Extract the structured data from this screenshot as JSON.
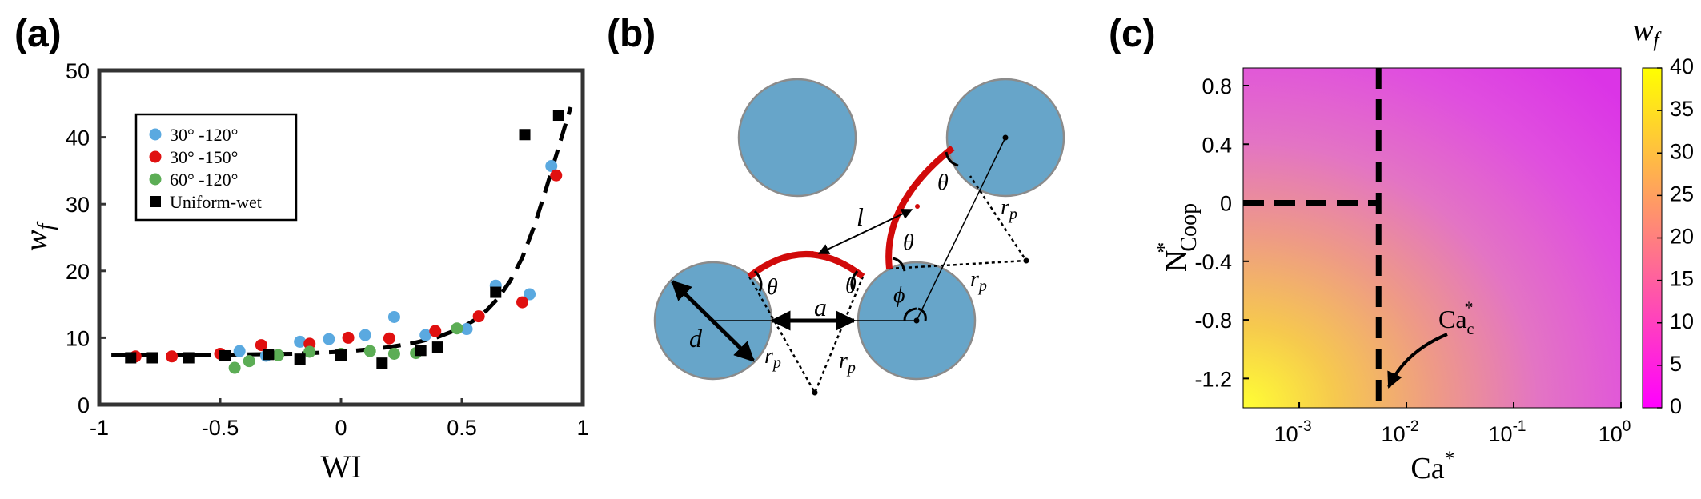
{
  "panels": {
    "a": {
      "label": "(a)"
    },
    "b": {
      "label": "(b)"
    },
    "c": {
      "label": "(c)"
    }
  },
  "chart_data": [
    {
      "type": "scatter",
      "xlabel": "WI",
      "ylabel": "w",
      "ylabel_sub": "f",
      "xlim": [
        -1,
        1
      ],
      "ylim": [
        0,
        50
      ],
      "xticks": [
        "-1",
        "-0.5",
        "0",
        "0.5",
        "1"
      ],
      "xtick_values": [
        -1,
        -0.5,
        0,
        0.5,
        1
      ],
      "yticks": [
        "0",
        "10",
        "20",
        "30",
        "40",
        "50"
      ],
      "ytick_values": [
        0,
        10,
        20,
        30,
        40,
        50
      ],
      "grid": false,
      "legend": "top-left",
      "series": [
        {
          "name": "30° -120°",
          "color": "#5aa9e0",
          "marker": "circle",
          "x": [
            -0.42,
            -0.31,
            -0.17,
            -0.05,
            0.1,
            0.22,
            0.35,
            0.52,
            0.64,
            0.78,
            0.87
          ],
          "y": [
            8,
            7.3,
            9.4,
            9.8,
            10.4,
            13.1,
            10.4,
            11.3,
            17.8,
            16.5,
            35.7
          ]
        },
        {
          "name": "30° -150°",
          "color": "#e01010",
          "marker": "circle",
          "x": [
            -0.85,
            -0.7,
            -0.5,
            -0.33,
            -0.13,
            0.03,
            0.2,
            0.39,
            0.57,
            0.75,
            0.89
          ],
          "y": [
            7.2,
            7.2,
            7.6,
            8.9,
            9.1,
            10,
            9.9,
            11,
            13.2,
            15.3,
            34.3
          ]
        },
        {
          "name": "60° -120°",
          "color": "#5cad55",
          "marker": "circle",
          "x": [
            -0.44,
            -0.38,
            -0.26,
            -0.13,
            0.0,
            0.12,
            0.22,
            0.31,
            0.48
          ],
          "y": [
            5.5,
            6.5,
            7.4,
            7.9,
            7.6,
            8,
            7.6,
            7.7,
            11.4
          ]
        },
        {
          "name": "Uniform-wet",
          "color": "#000000",
          "marker": "square",
          "x": [
            -0.87,
            -0.78,
            -0.63,
            -0.48,
            -0.3,
            -0.17,
            0.0,
            0.17,
            0.33,
            0.4,
            0.64,
            0.76,
            0.9
          ],
          "y": [
            7,
            7,
            7,
            7.3,
            7.5,
            6.8,
            7.4,
            6.2,
            8.1,
            8.6,
            16.8,
            40.4,
            43.3
          ]
        }
      ],
      "fit_line": {
        "style": "dashed",
        "x": [
          -0.95,
          -0.8,
          -0.6,
          -0.4,
          -0.2,
          0.0,
          0.1,
          0.2,
          0.3,
          0.4,
          0.5,
          0.55,
          0.6,
          0.65,
          0.7,
          0.75,
          0.8,
          0.85,
          0.9,
          0.95
        ],
        "y": [
          7.4,
          7.4,
          7.4,
          7.5,
          7.6,
          7.9,
          8.2,
          8.6,
          9.2,
          10.1,
          11.5,
          12.6,
          14,
          15.9,
          18.5,
          22,
          26.8,
          32.5,
          38.5,
          44.5
        ]
      }
    },
    {
      "type": "heatmap",
      "xlabel": "Ca",
      "xlabel_sup": "*",
      "ylabel": "N",
      "ylabel_sup": "*",
      "ylabel_sub": "Coop",
      "xscale": "log",
      "xlim": [
        0.0003,
        1
      ],
      "ylim": [
        -1.4,
        0.92
      ],
      "xticks": [
        {
          "base": "10",
          "exp": "-3",
          "value": 0.001
        },
        {
          "base": "10",
          "exp": "-2",
          "value": 0.01
        },
        {
          "base": "10",
          "exp": "-1",
          "value": 0.1
        },
        {
          "base": "10",
          "exp": "0",
          "value": 1
        }
      ],
      "yticks": [
        "0.8",
        "0.4",
        "0",
        "-0.4",
        "-0.8",
        "-1.2"
      ],
      "ytick_values": [
        0.8,
        0.4,
        0,
        -0.4,
        -0.8,
        -1.2
      ],
      "colorbar": {
        "title": "w",
        "title_sub": "f",
        "min": 0,
        "max": 40,
        "ticks": [
          "40",
          "35",
          "30",
          "25",
          "20",
          "15",
          "10",
          "5",
          "0"
        ],
        "tick_values": [
          40,
          35,
          30,
          25,
          20,
          15,
          10,
          5,
          0
        ],
        "colormap": "spring",
        "color_low": "#ff00ff",
        "color_high": "#ffff00"
      },
      "annotation": {
        "text": "Ca",
        "sub": "c",
        "sup": "*",
        "points_to": [
          0.0055,
          -1.25
        ]
      },
      "dashed_lines": {
        "vertical_x": 0.0055,
        "horizontal_y": 0
      }
    }
  ],
  "diagram_b": {
    "labels": {
      "l": "l",
      "theta": "θ",
      "phi": "ϕ",
      "a": "a",
      "d": "d",
      "r": "r",
      "r_sub": "p"
    },
    "colors": {
      "grain_fill": "#67a5c9",
      "grain_stroke": "#8b8b8b",
      "meniscus": "#d10a0a"
    }
  }
}
